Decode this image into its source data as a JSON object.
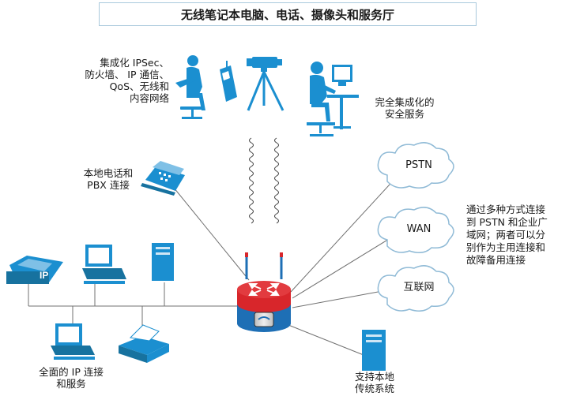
{
  "title": "无线笔记本电脑、电话、摄像头和服务厅",
  "labels": {
    "integrated_features": [
      "集成化 IPSec、",
      "防火墙、 IP 通信、",
      "QoS、无线和",
      "内容网络"
    ],
    "fully_integrated_security": [
      "完全集成化的",
      "安全服务"
    ],
    "local_phone_pbx": [
      "本地电话和",
      "PBX 连接"
    ],
    "pstn": "PSTN",
    "wan": "WAN",
    "internet": "互联网",
    "multi_connection_note": [
      "通过多种方式连接",
      "到 PSTN 和企业广",
      "域网；两者可以分",
      "别作为主用连接和",
      "故障备用连接"
    ],
    "full_ip_services": [
      "全面的 IP 连接",
      "和服务"
    ],
    "legacy_systems": [
      "支持本地",
      "传统系统"
    ]
  },
  "colors": {
    "icon_blue": "#1b8fd0",
    "router_red": "#d8262b",
    "router_blue": "#1e6fb5",
    "line": "#707070",
    "cloud_stroke": "#8fbad6"
  }
}
